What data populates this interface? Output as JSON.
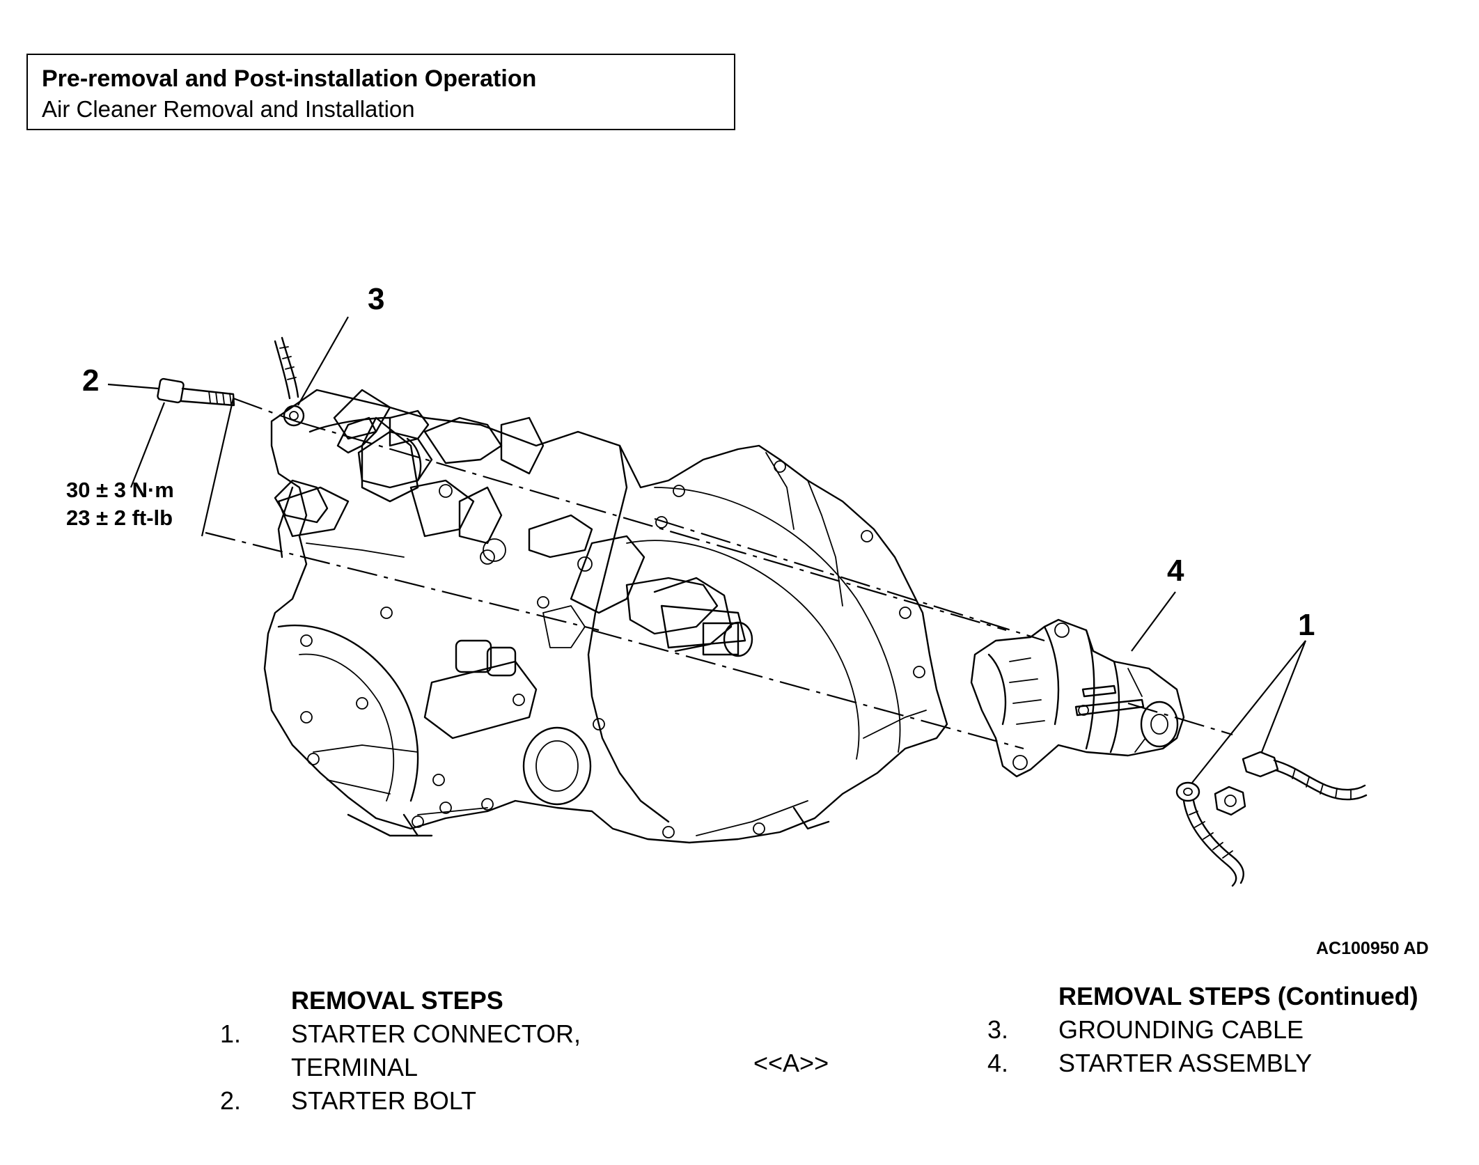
{
  "operation_box": {
    "title": "Pre-removal and Post-installation Operation",
    "subtitle": "Air Cleaner Removal and Installation"
  },
  "diagram": {
    "callouts": [
      {
        "id": "1",
        "label": "1"
      },
      {
        "id": "2",
        "label": "2"
      },
      {
        "id": "3",
        "label": "3"
      },
      {
        "id": "4",
        "label": "4"
      }
    ],
    "torque_spec": {
      "metric": "30 ± 3 N·m",
      "imperial": "23 ± 2 ft-lb"
    },
    "figure_code": "AC100950 AD"
  },
  "removal_steps": {
    "heading": "REMOVAL STEPS",
    "items": [
      {
        "num": "1.",
        "text": "STARTER CONNECTOR,\nTERMINAL"
      },
      {
        "num": "2.",
        "text": "STARTER BOLT"
      }
    ]
  },
  "removal_steps_continued": {
    "heading": "REMOVAL STEPS (Continued)",
    "marker": "<<A>>",
    "items": [
      {
        "num": "3.",
        "text": "GROUNDING CABLE"
      },
      {
        "num": "4.",
        "text": "STARTER ASSEMBLY"
      }
    ]
  }
}
